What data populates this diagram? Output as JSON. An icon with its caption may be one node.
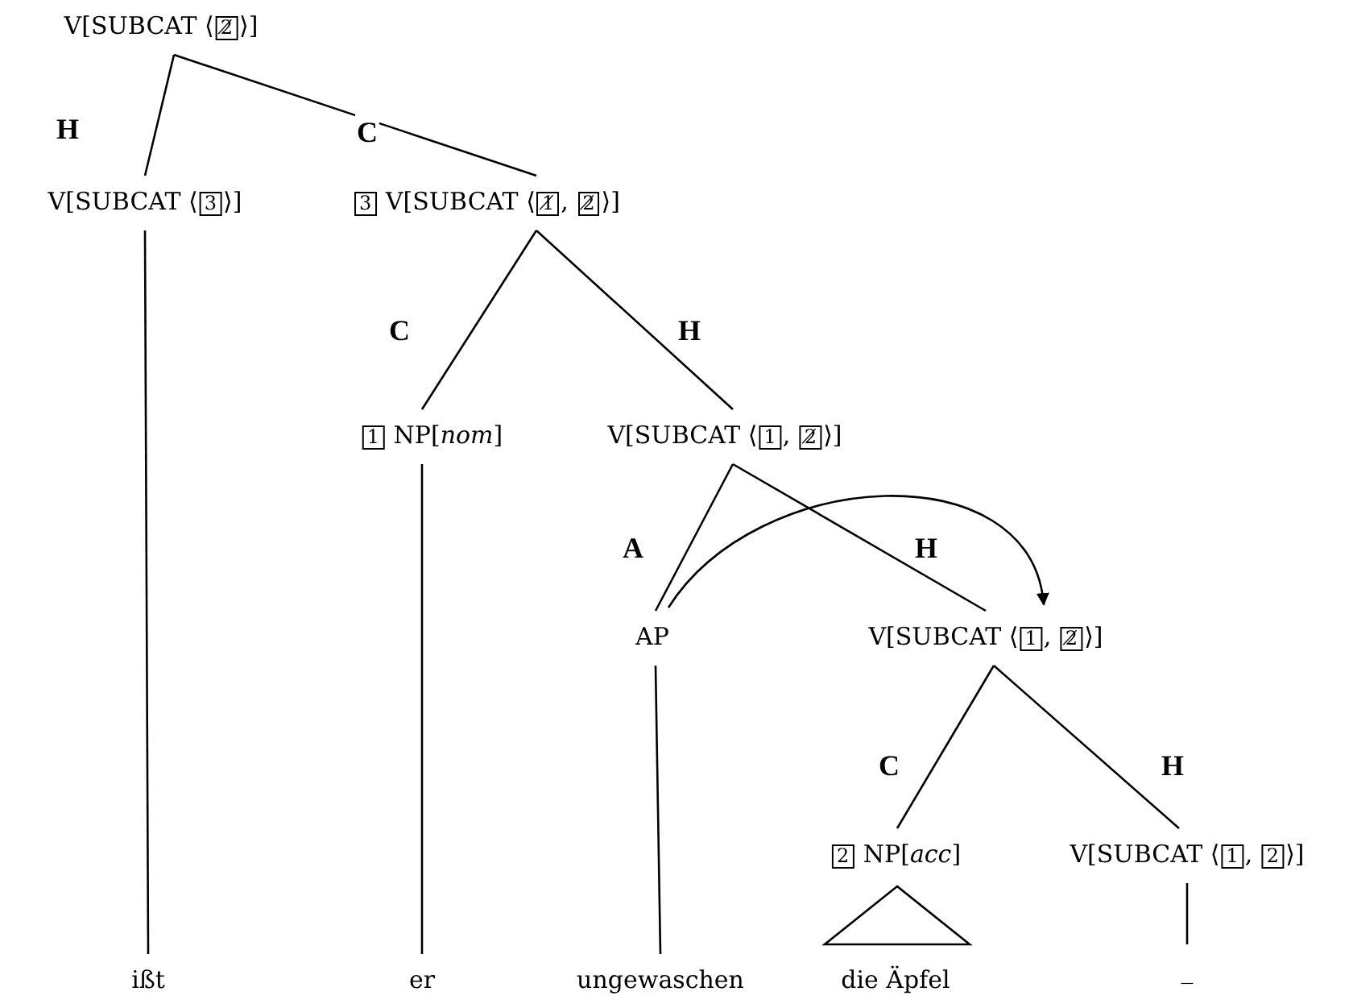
{
  "diagram": {
    "nodes": [
      {
        "text": [
          "V[SUBCAT ⟨2̸⟩]"
        ]
      },
      {
        "text": [
          "V[SUBCAT ⟨3⟩]"
        ]
      },
      {
        "text": [
          "3 V[SUBCAT ⟨1̸, 2̸⟩]"
        ]
      },
      {
        "text": [
          "1 NP[*nom*]"
        ]
      },
      {
        "text": [
          "V[SUBCAT ⟨1, 2̸⟩]"
        ]
      },
      {
        "text": [
          "AP"
        ]
      },
      {
        "text": [
          "V[SUBCAT ⟨1, 2̸⟩]"
        ]
      },
      {
        "text": [
          "2 NP[*acc*]"
        ]
      },
      {
        "text": [
          "V[SUBCAT ⟨1, 2⟩]"
        ]
      },
      {
        "text": [
          "ißt"
        ]
      },
      {
        "text": [
          "er"
        ]
      },
      {
        "text": [
          "ungewaschen"
        ]
      },
      {
        "text": [
          "die Äpfel"
        ]
      },
      {
        "text": [
          "_"
        ]
      }
    ],
    "edges": [
      {
        "from": 0,
        "to": 1,
        "arrow": "none",
        "label": "H"
      },
      {
        "from": 0,
        "to": 2,
        "arrow": "none",
        "label": "C"
      },
      {
        "from": 2,
        "to": 3,
        "arrow": "none",
        "label": "C"
      },
      {
        "from": 2,
        "to": 4,
        "arrow": "none",
        "label": "H"
      },
      {
        "from": 4,
        "to": 5,
        "arrow": "none",
        "label": "A"
      },
      {
        "from": 4,
        "to": 6,
        "arrow": "none",
        "label": "H"
      },
      {
        "from": 6,
        "to": 7,
        "arrow": "none",
        "label": "C"
      },
      {
        "from": 6,
        "to": 8,
        "arrow": "none",
        "label": "H"
      },
      {
        "from": 1,
        "to": 9,
        "arrow": "none"
      },
      {
        "from": 3,
        "to": 10,
        "arrow": "none"
      },
      {
        "from": 5,
        "to": 11,
        "arrow": "none"
      },
      {
        "from": 7,
        "to": 12,
        "arrow": "none"
      },
      {
        "from": 8,
        "to": 13,
        "arrow": "none"
      },
      {
        "from": 5,
        "to": 6,
        "arrow": "to"
      }
    ]
  }
}
